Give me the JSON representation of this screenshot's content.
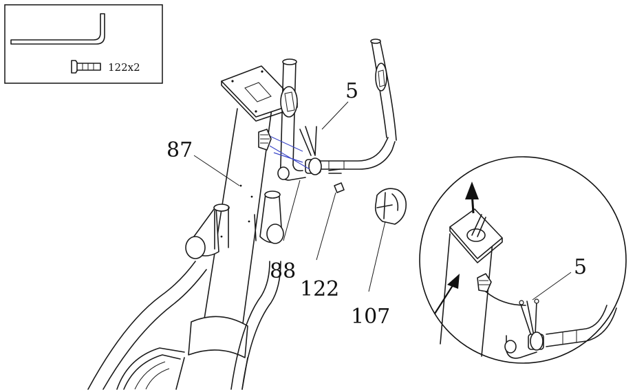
{
  "inset": {
    "hardware_label": "122x2"
  },
  "callouts": {
    "part_5": "5",
    "part_87": "87",
    "part_88": "88",
    "part_122": "122",
    "part_107": "107",
    "detail_part_5": "5"
  },
  "colors": {
    "line": "#1a1a1a",
    "highlight": "#3c48c8",
    "background": "#ffffff"
  }
}
